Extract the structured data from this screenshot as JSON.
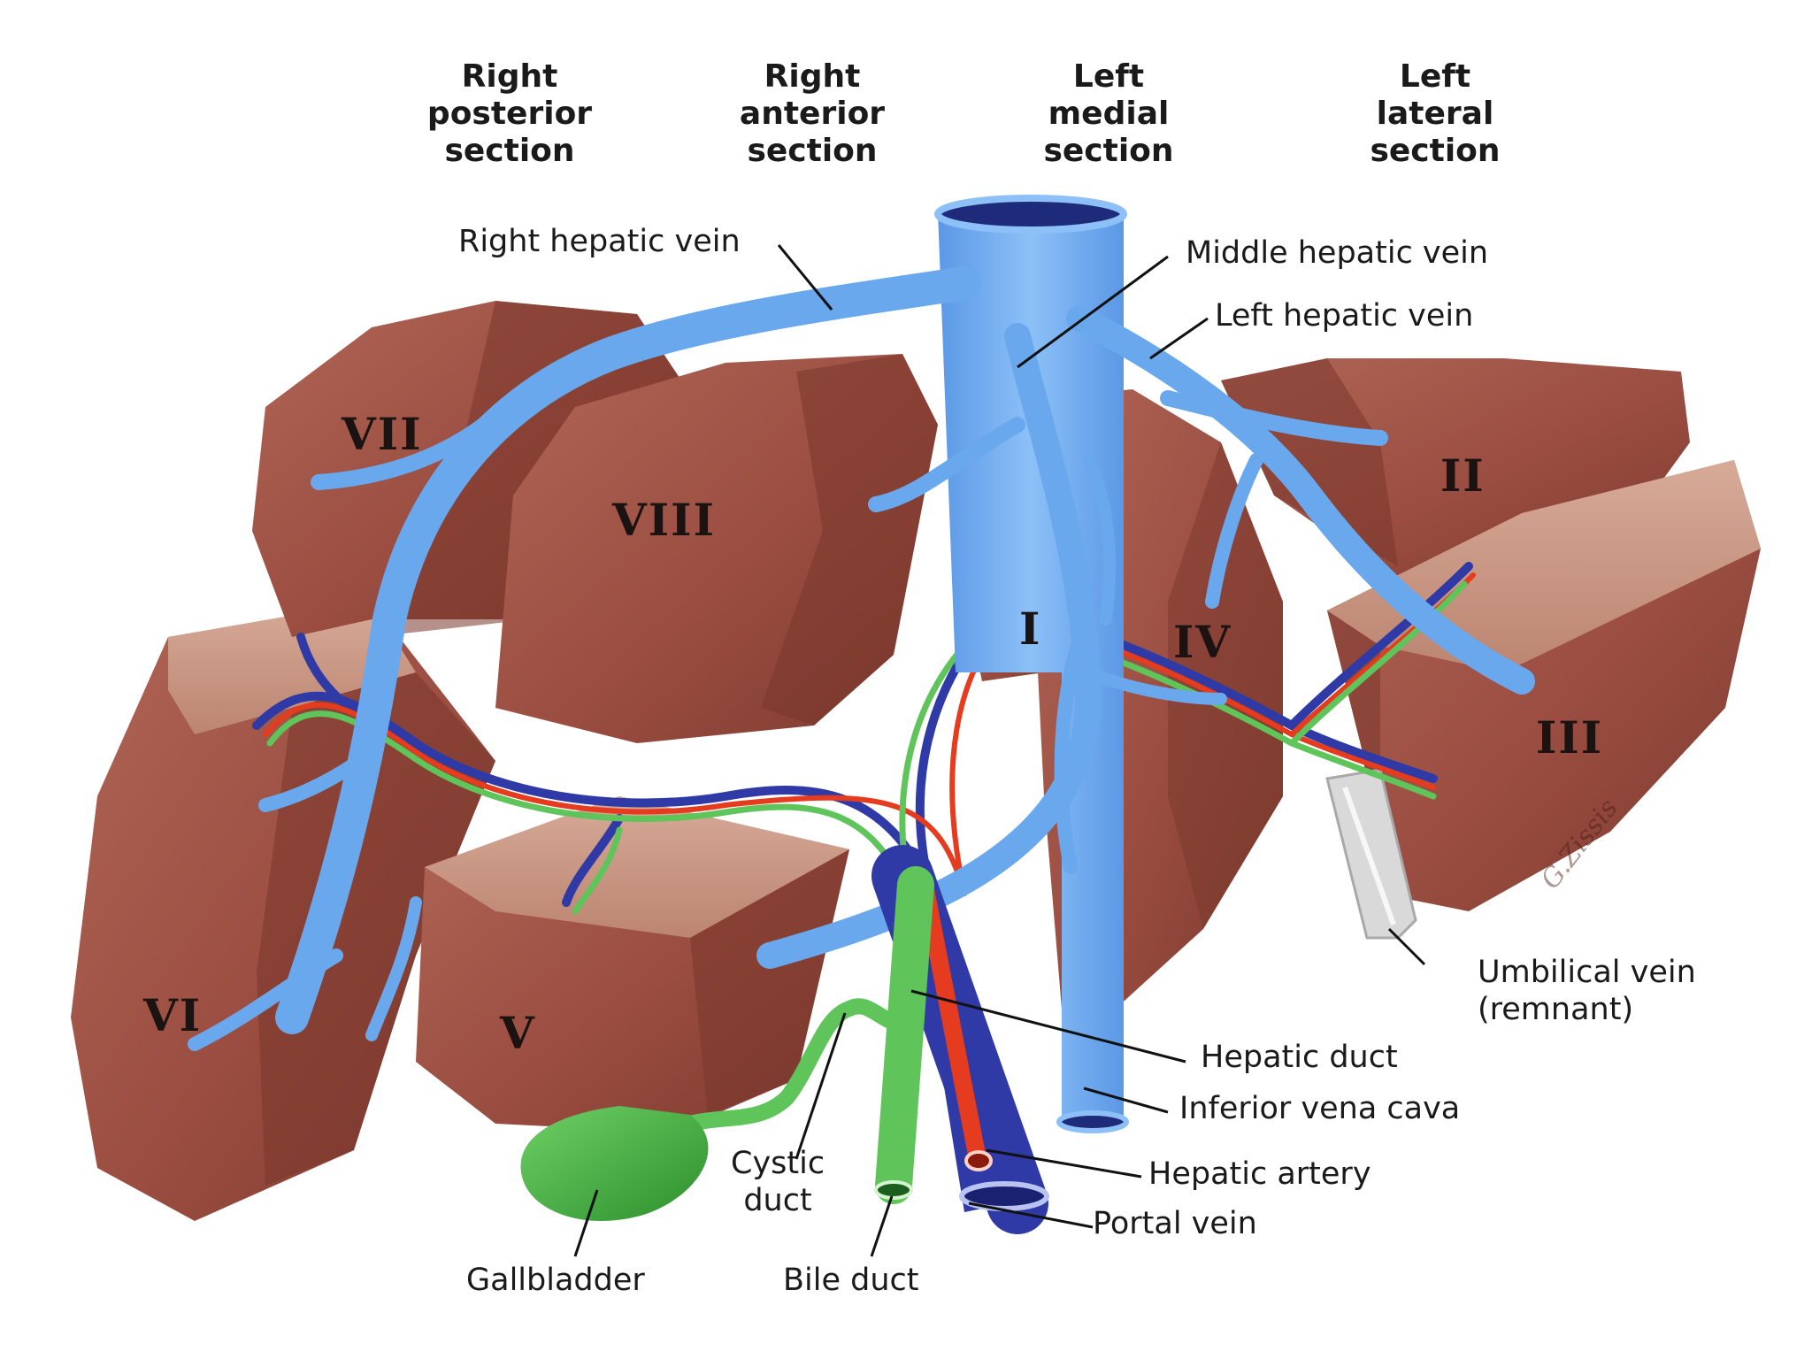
{
  "section_headers": [
    {
      "lines": [
        "Right",
        "posterior",
        "section"
      ]
    },
    {
      "lines": [
        "Right",
        "anterior",
        "section"
      ]
    },
    {
      "lines": [
        "Left",
        "medial",
        "section"
      ]
    },
    {
      "lines": [
        "Left",
        "lateral",
        "section"
      ]
    }
  ],
  "segments": {
    "i": "I",
    "ii": "II",
    "iii": "III",
    "iv": "IV",
    "v": "V",
    "vi": "VI",
    "vii": "VII",
    "viii": "VIII"
  },
  "labels": {
    "right_hepatic_vein": "Right hepatic vein",
    "middle_hepatic_vein": "Middle hepatic vein",
    "left_hepatic_vein": "Left hepatic vein",
    "umbilical_vein": [
      "Umbilical vein",
      "(remnant)"
    ],
    "hepatic_duct": "Hepatic duct",
    "inferior_vena_cava": "Inferior vena cava",
    "hepatic_artery": "Hepatic artery",
    "portal_vein": "Portal vein",
    "gallbladder": "Gallbladder",
    "bile_duct": "Bile duct",
    "cystic_duct": [
      "Cystic",
      "duct"
    ]
  },
  "artist_signature": "G.Zissis",
  "colors": {
    "liver": "#9e5244",
    "liver_dark": "#6f3026",
    "liver_cut": "#c99885",
    "hepatic_vein": "#6aa8ee",
    "portal_vein": "#2f3aa6",
    "hepatic_artery": "#e53b1e",
    "bile_duct": "#5fc45a",
    "gallbladder": "#3ea83c",
    "umbilical_remnant": "#d9d9d9",
    "leader_line": "#111111"
  }
}
